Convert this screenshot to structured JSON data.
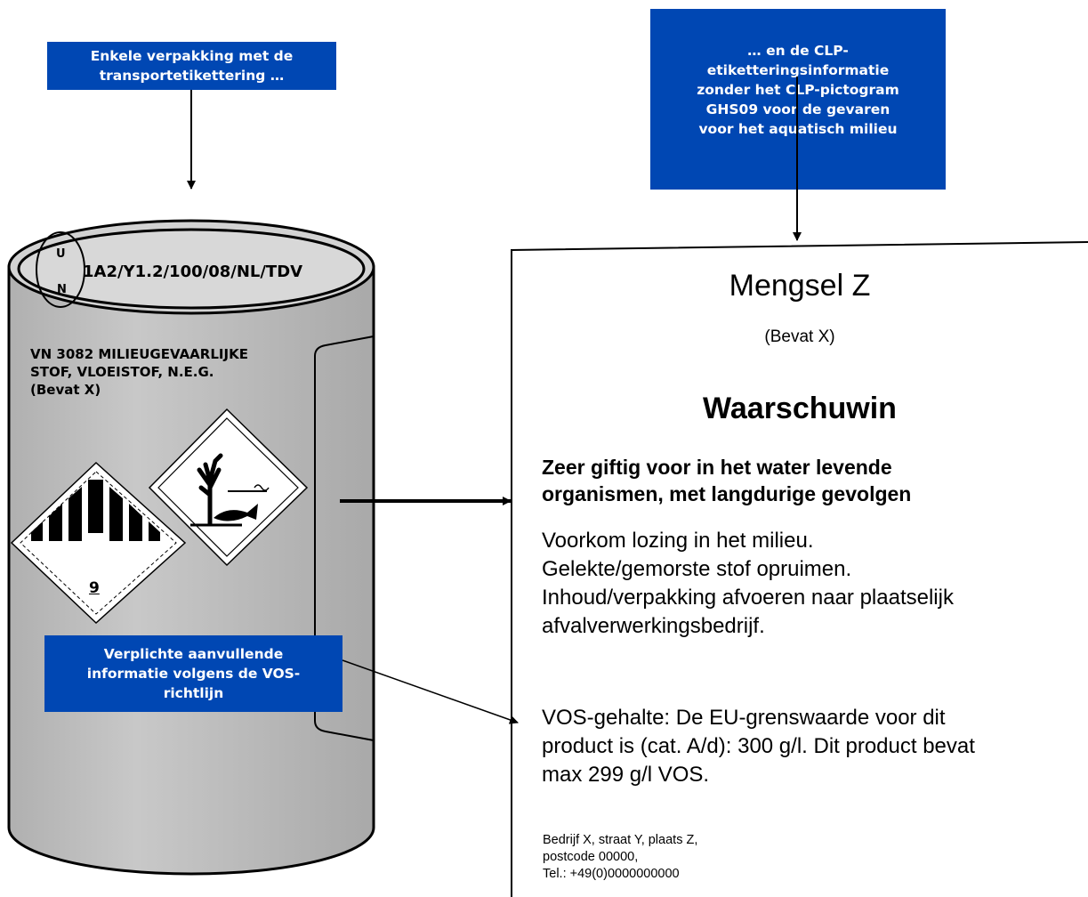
{
  "callouts": {
    "top_left": "Enkele verpakking met de\ntransportetikettering …",
    "top_right": "… en de CLP-\netiketteringsinformatie\nzonder het CLP-pictogram\nGHS09 voor de gevaren\nvoor het aquatisch milieu",
    "bottom_left": "Verplichte aanvullende\ninformatie volgens de VOS-\nrichtlijn"
  },
  "drum": {
    "un_letter_u": "U",
    "un_letter_n": "N",
    "un_code": "1A2/Y1.2/100/08/NL/TDV",
    "transport_name": "VN 3082 MILIEUGEVAARLIJKE\nSTOF, VLOEISTOF, N.E.G.\n(Bevat X)",
    "class_number": "9",
    "pictograms": [
      "environment-hazard-diamond",
      "class-9-miscellaneous-diamond"
    ]
  },
  "label": {
    "product_name": "Mengsel Z",
    "contains": "(Bevat X)",
    "signal_word": "Waarschuwin",
    "hazard_statement": "Zeer giftig voor in het water levende\norganismen, met langdurige gevolgen",
    "precautionary": "Voorkom lozing in het milieu.\nGelekte/gemorste stof opruimen.\nInhoud/verpakking afvoeren naar plaatselijk\nafvalverwerkingsbedrijf.",
    "vos_info": "VOS-gehalte: De EU-grenswaarde voor dit\nproduct is (cat. A/d): 300 g/l. Dit product bevat\nmax 299 g/l VOS.",
    "supplier": "Bedrijf X, straat Y, plaats Z,\npostcode 00000,\nTel.: +49(0)0000000000"
  },
  "colors": {
    "callout_background": "#0047b3",
    "callout_text": "#ffffff",
    "drum_body": "#bfbfbf",
    "drum_lid": "#d9d9d9"
  }
}
